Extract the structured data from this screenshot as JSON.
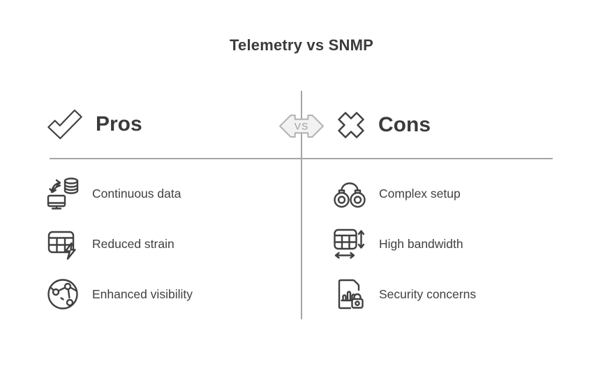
{
  "title": "Telemetry vs SNMP",
  "vs_badge": {
    "label": "VS"
  },
  "pros": {
    "heading": "Pros",
    "icon": "check-icon",
    "items": [
      {
        "icon": "sync-database-icon",
        "label": "Continuous data"
      },
      {
        "icon": "table-lightning-icon",
        "label": "Reduced strain"
      },
      {
        "icon": "globe-network-icon",
        "label": "Enhanced visibility"
      }
    ]
  },
  "cons": {
    "heading": "Cons",
    "icon": "cross-icon",
    "items": [
      {
        "icon": "cable-connectors-icon",
        "label": "Complex setup"
      },
      {
        "icon": "table-bandwidth-icon",
        "label": "High bandwidth"
      },
      {
        "icon": "document-lock-icon",
        "label": "Security concerns"
      }
    ]
  },
  "colors": {
    "background": "#ffffff",
    "icon_stroke": "#404040",
    "heading_text": "#3b3b3b",
    "item_text": "#414141",
    "divider": "#a5a5a5",
    "badge_fill": "#f2f2f2",
    "badge_border": "#b4b4b4",
    "badge_text": "#9b9b9b"
  }
}
